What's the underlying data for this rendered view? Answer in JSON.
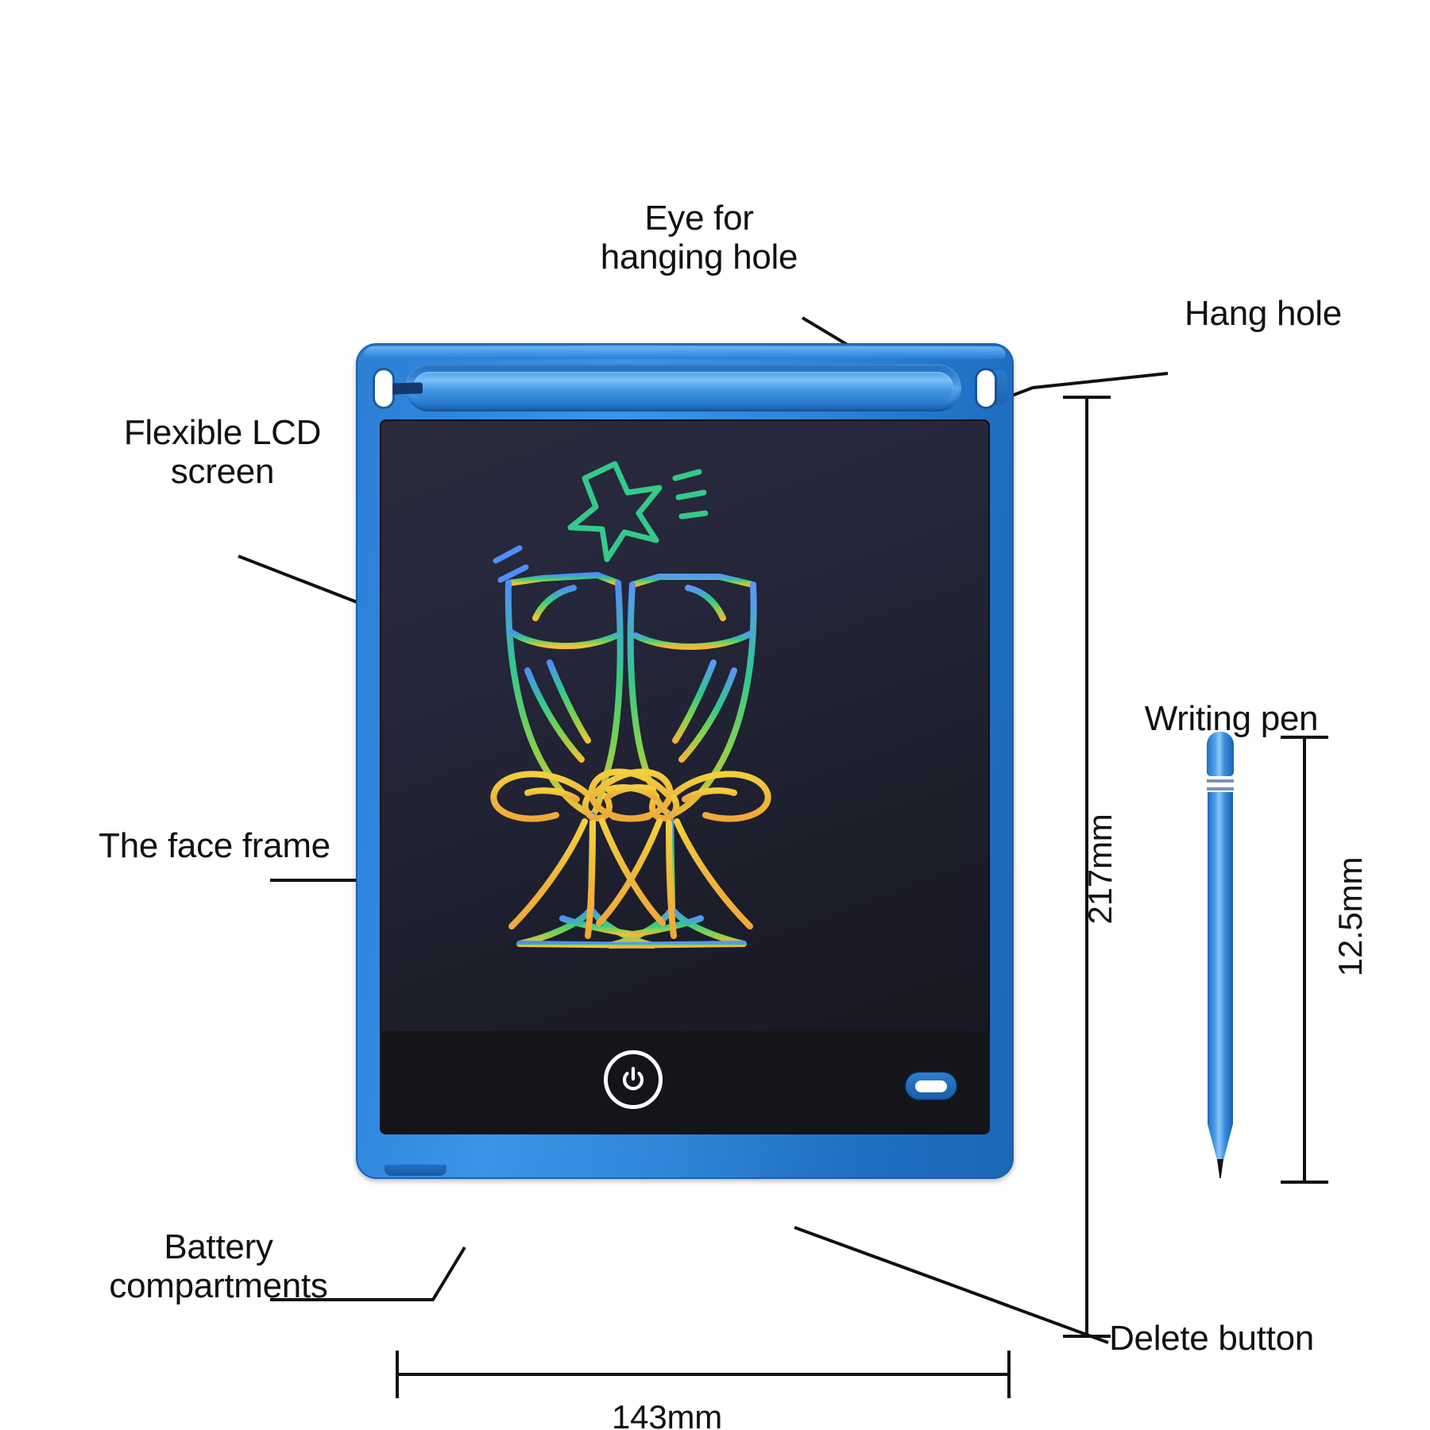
{
  "diagram": {
    "title": "LCD Writing Tablet annotated product diagram",
    "background_color": "#ffffff",
    "accent_color": "#2f86de",
    "screen_color": "#222334",
    "line_color": "#111111"
  },
  "callouts": {
    "eye_for_hanging_hole": "Eye for\nhanging hole",
    "hang_hole": "Hang hole",
    "flexible_lcd_screen": "Flexible LCD\nscreen",
    "the_face_frame": "The face frame",
    "battery_compartments": "Battery\ncompartments",
    "delete_button": "Delete button",
    "writing_pen": "Writing pen"
  },
  "dimensions": {
    "height": "217mm",
    "width": "143mm",
    "pen_length": "12.5mm"
  },
  "device": {
    "body_color": "#2f86de",
    "power_icon": "power-icon",
    "lock_indicator": "erase-lock-indicator"
  },
  "screen_artwork": {
    "subject": "two clinking wine glasses with ribbon bows and a sparkle",
    "stroke_colors": [
      "#4f8ef7",
      "#35c98a",
      "#7fd14f",
      "#f0c23a",
      "#f3a93c"
    ]
  }
}
